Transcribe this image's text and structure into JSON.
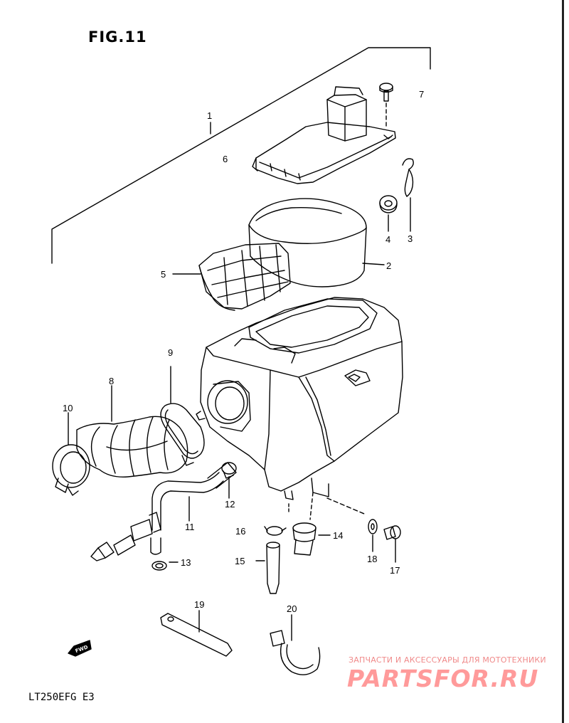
{
  "figure_title": "FIG.11",
  "model_code": "LT250EFG E3",
  "fwd_label": "FWD",
  "watermark": {
    "tagline": "ЗАПЧАСТИ И АКСЕССУАРЫ ДЛЯ МОТОТЕХНИКИ",
    "logo": "PARTSFOR.RU"
  },
  "part_labels": {
    "p1": "1",
    "p2": "2",
    "p3": "3",
    "p4": "4",
    "p5": "5",
    "p6": "6",
    "p7": "7",
    "p8": "8",
    "p9": "9",
    "p10": "10",
    "p11": "11",
    "p12": "12",
    "p13": "13",
    "p14": "14",
    "p15": "15",
    "p16": "16",
    "p17": "17",
    "p18": "18",
    "p19": "19",
    "p20": "20"
  },
  "colors": {
    "line": "#000000",
    "watermark": "#ff9a9a"
  }
}
